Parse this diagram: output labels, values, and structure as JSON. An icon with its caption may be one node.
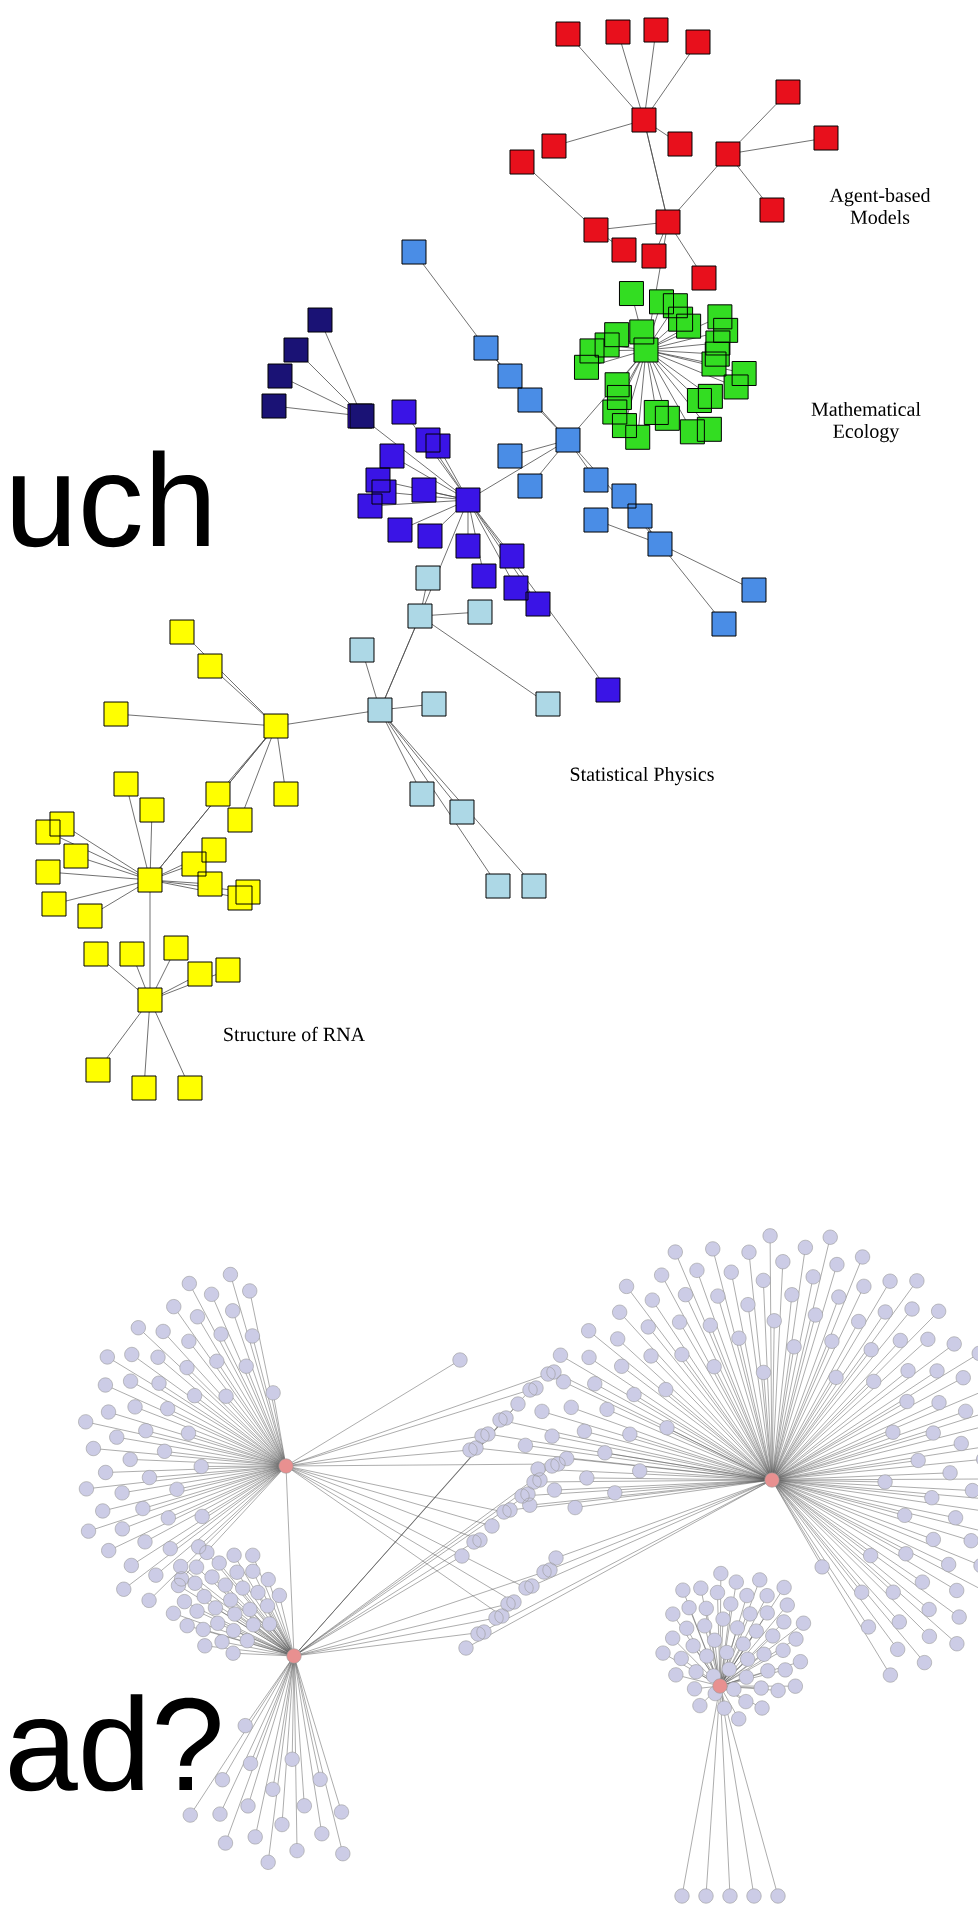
{
  "diagram": {
    "labels": [
      "uch",
      "Agent-based Models",
      "Mathematical Ecology",
      "Statistical Physics",
      "Structure of RNA",
      "ad?"
    ]
  }
}
